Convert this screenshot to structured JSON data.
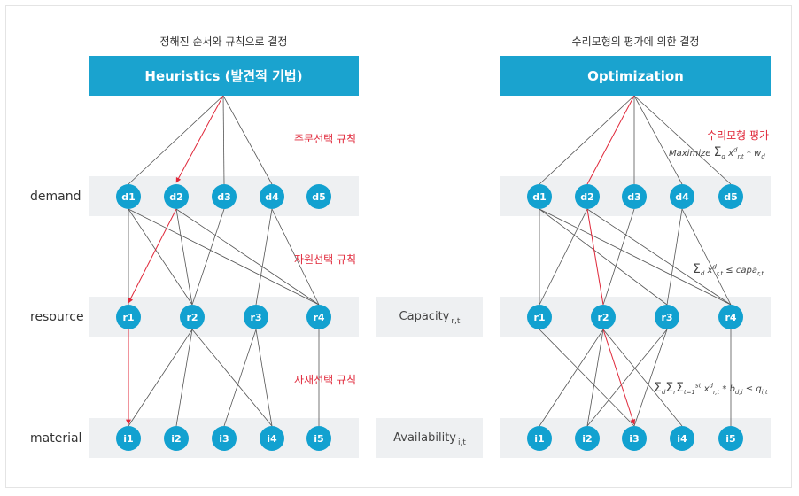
{
  "left": {
    "caption": "정해진 순서와 규칙으로 결정",
    "header": "Heuristics (발견적 기법)",
    "rules": [
      "주문선택 규칙",
      "자원선택 규칙",
      "자재선택 규칙"
    ]
  },
  "right": {
    "caption": "수리모형의 평가에 의한 결정",
    "header": "Optimization",
    "eval_title": "수리모형 평가",
    "objective": {
      "text": "Maximize",
      "term": "x",
      "weight": "w"
    },
    "constraint_capa": {
      "term": "x",
      "rhs": "capa"
    },
    "constraint_mat": {
      "term": "x",
      "coef": "b",
      "rhs": "q"
    }
  },
  "row_labels": {
    "demand": "demand",
    "resource": "resource",
    "material": "material"
  },
  "nodes": {
    "demand": [
      "d1",
      "d2",
      "d3",
      "d4",
      "d5"
    ],
    "resource": [
      "r1",
      "r2",
      "r3",
      "r4"
    ],
    "material": [
      "i1",
      "i2",
      "i3",
      "i4",
      "i5"
    ]
  },
  "middle": {
    "capacity": {
      "label": "Capacity",
      "sub": "r,t"
    },
    "availability": {
      "label": "Availability",
      "sub": "i,t"
    }
  },
  "colors": {
    "accent": "#1aa3cf",
    "node": "#12a1d0",
    "highlight": "#e0283a",
    "band": "#eef0f2"
  }
}
